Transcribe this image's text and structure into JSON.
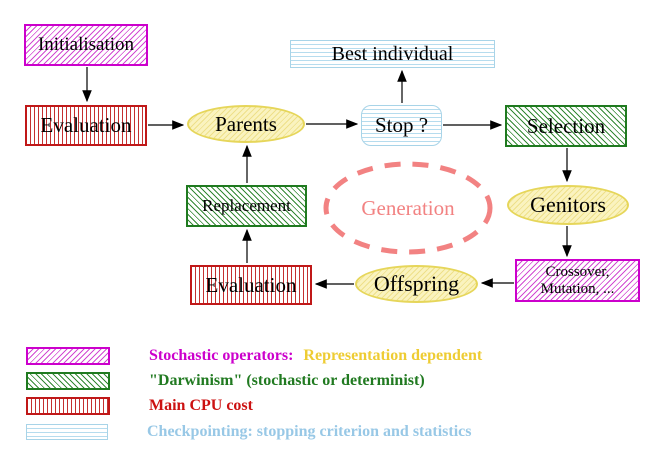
{
  "colors": {
    "magenta": "#cc00cc",
    "magenta-hatch": "#d24ad2",
    "green": "#1f7a1f",
    "green-hatch": "#338833",
    "green-text": "#217a21",
    "red": "#c01818",
    "red-stripe": "#c43030",
    "red-text": "#cc1111",
    "cyan": "#a8d4e8",
    "cyan-stripe": "#b6dcee",
    "cyan-text": "#98c8e6",
    "gold": "#eecc33",
    "yellow-border": "#e6d65a",
    "yellow-fill": "#faf3bf",
    "yellow-hatch": "#eee08a",
    "salmon": "#f28282"
  },
  "nodes": {
    "initialisation": "Initialisation",
    "evaluation_top": "Evaluation",
    "parents": "Parents",
    "stop": "Stop ?",
    "best_individual": "Best individual",
    "selection": "Selection",
    "genitors": "Genitors",
    "crossover_line1": "Crossover,",
    "crossover_line2": "Mutation, ...",
    "offspring": "Offspring",
    "evaluation_bottom": "Evaluation",
    "replacement": "Replacement",
    "generation": "Generation"
  },
  "legend": {
    "row1_label": "Stochastic operators:",
    "row1_extra": "Representation dependent",
    "row2_label": "\"Darwinism\" (stochastic or determinist)",
    "row3_label": "Main CPU cost",
    "row4_label": "Checkpointing: stopping criterion and statistics"
  }
}
